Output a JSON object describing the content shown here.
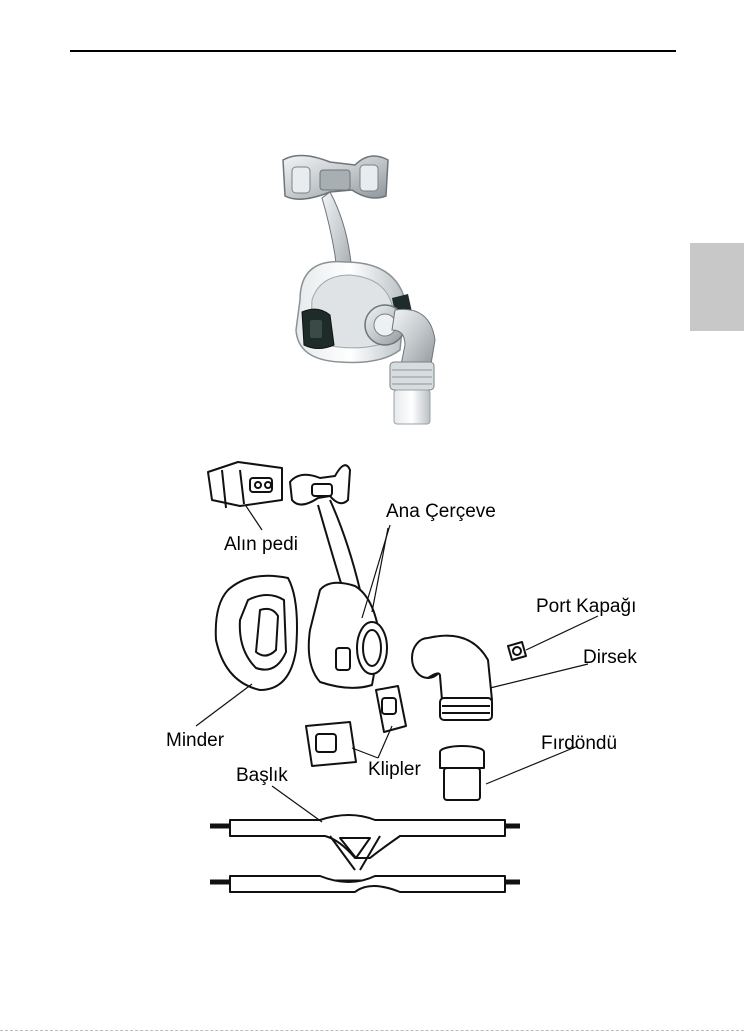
{
  "labels": {
    "forehead_pad": "Alın pedi",
    "main_frame": "Ana Çerçeve",
    "port_cap": "Port Kapağı",
    "elbow": "Dirsek",
    "cushion": "Minder",
    "swivel": "Fırdöndü",
    "clips": "Klipler",
    "headgear": "Başlık"
  },
  "colors": {
    "tab_gray": "#c8c8c8",
    "clip_dark": "#1f2b28",
    "mask_silver": "#c9cdd0"
  }
}
